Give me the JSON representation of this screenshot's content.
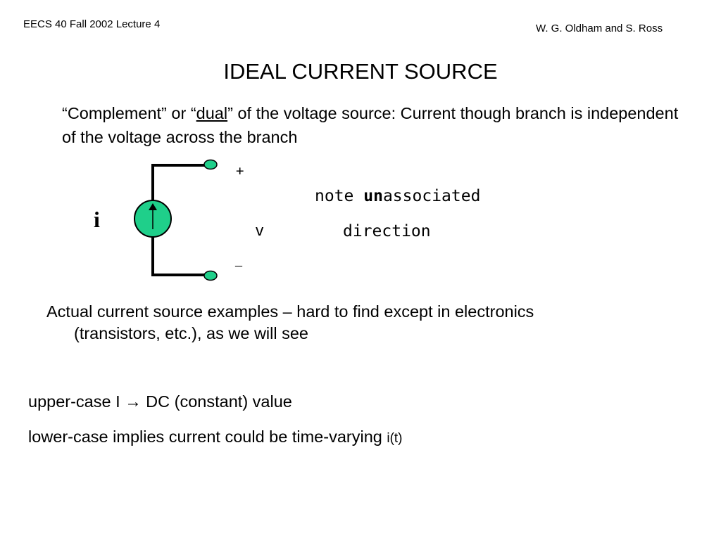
{
  "header": {
    "course": "EECS 40  Fall 2002   Lecture 4",
    "authors": "W. G. Oldham and S. Ross"
  },
  "title": "IDEAL CURRENT SOURCE",
  "intro": {
    "part1": "“Complement” or “",
    "dual": "dual",
    "part2": "” of the voltage source: Current though branch is independent of the voltage across the branch"
  },
  "circuit": {
    "source_label": "i",
    "plus": "+",
    "minus": "–",
    "voltage_label": "v",
    "note_prefix": "note ",
    "note_bold": "un",
    "note_suffix": "associated",
    "note_line2": "direction",
    "colors": {
      "source_fill": "#1fcf8a",
      "wire": "#000000"
    }
  },
  "actual": {
    "line1": "Actual current source examples – hard to find except in electronics",
    "line2": "(transistors, etc.), as we will see"
  },
  "uppercase": {
    "text1": "upper-case I ",
    "arrow": "→",
    "text2": " DC (constant) value"
  },
  "lowercase": {
    "text": "lower-case implies current could be time-varying ",
    "small": "i(t)"
  }
}
